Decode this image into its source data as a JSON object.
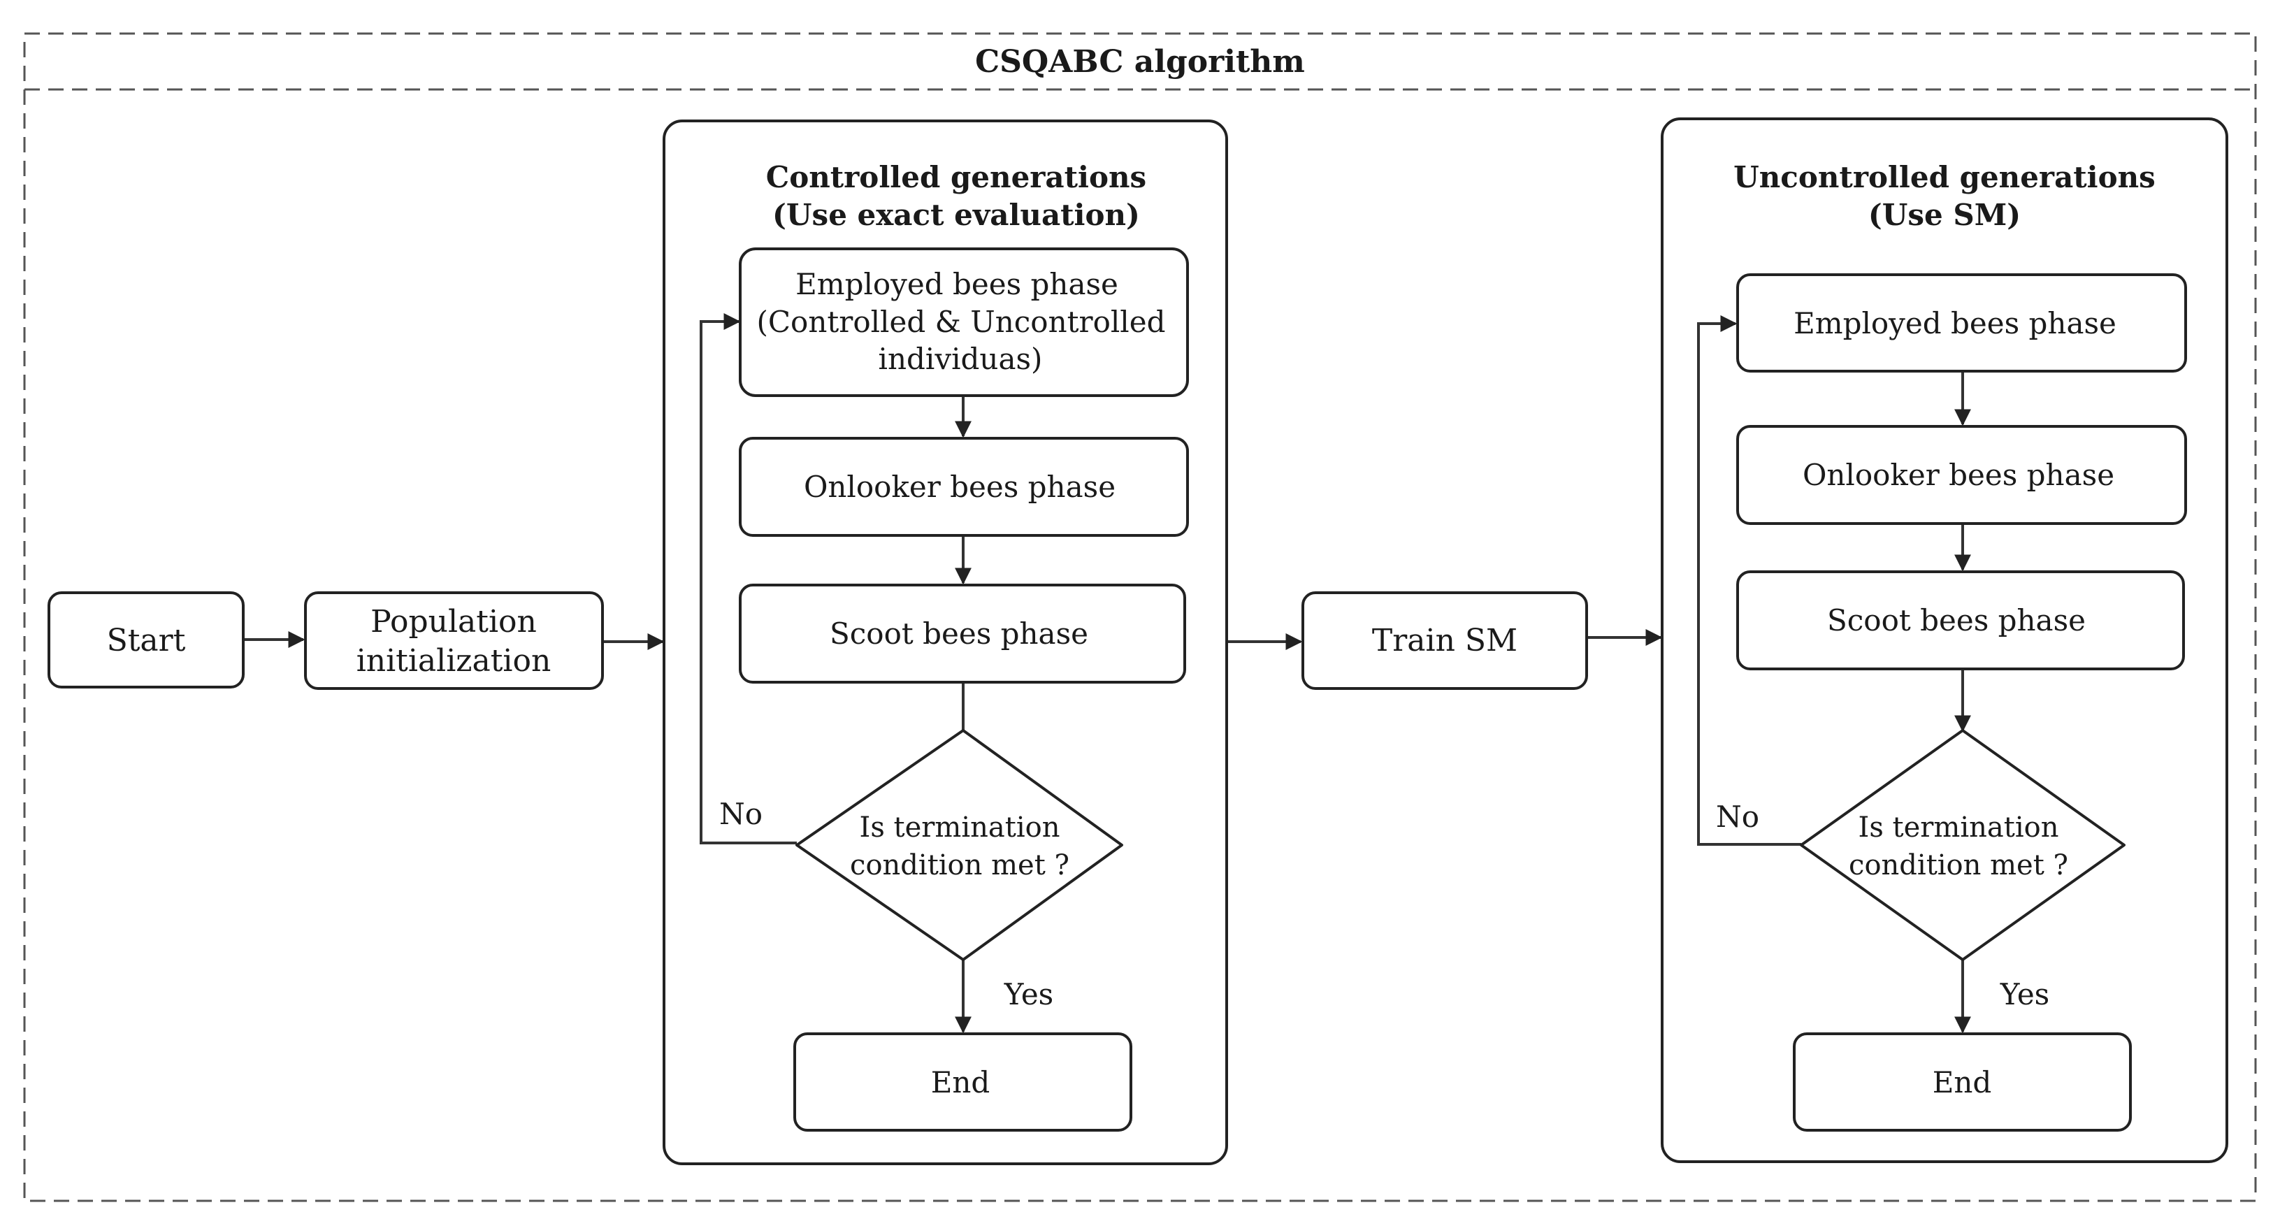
{
  "title": "CSQABC algorithm",
  "nodes": {
    "start": "Start",
    "population": [
      "Population",
      "initialization"
    ],
    "train": "Train SM"
  },
  "controlled": {
    "heading": [
      "Controlled generations",
      "(Use exact evaluation)"
    ],
    "employed": [
      "Employed bees phase",
      "(Controlled & Uncontrolled",
      "individuas)"
    ],
    "onlooker": "Onlooker bees phase",
    "scoot": "Scoot bees phase",
    "decision": [
      "Is termination",
      "condition met ?"
    ],
    "no": "No",
    "yes": "Yes",
    "end": "End"
  },
  "uncontrolled": {
    "heading": [
      "Uncontrolled generations",
      "(Use SM)"
    ],
    "employed": "Employed bees phase",
    "onlooker": "Onlooker bees phase",
    "scoot": "Scoot bees phase",
    "decision": [
      "Is termination",
      "condition met ?"
    ],
    "no": "No",
    "yes": "Yes",
    "end": "End"
  }
}
